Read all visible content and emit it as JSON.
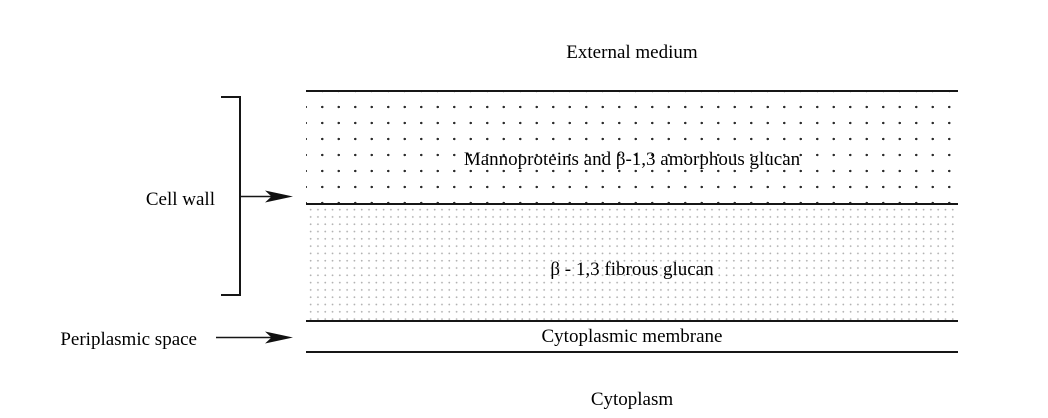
{
  "figure": {
    "external_label": "External medium",
    "layers": [
      {
        "name": "mannoprotein-layer",
        "label": "Mannoproteins and β-1,3 amorphous glucan",
        "pattern": "coarse-dots"
      },
      {
        "name": "fibrous-glucan-layer",
        "label": "β - 1,3 fibrous glucan",
        "pattern": "fine-stipple"
      },
      {
        "name": "membrane-band",
        "label": "Cytoplasmic membrane",
        "pattern": "none"
      }
    ],
    "cytoplasm_label": "Cytoplasm",
    "annotations": [
      {
        "label": "Cell wall",
        "target": "both cell wall layers (bracket + arrow)"
      },
      {
        "label": "Periplasmic space",
        "target": "band between fibrous glucan and cytoplasmic membrane"
      }
    ]
  },
  "colors": {
    "background": "#ffffff",
    "line": "#161616",
    "text": "#000000",
    "coarse_dot": "#2b2b2b",
    "fine_dot": "#b2b2b2"
  }
}
